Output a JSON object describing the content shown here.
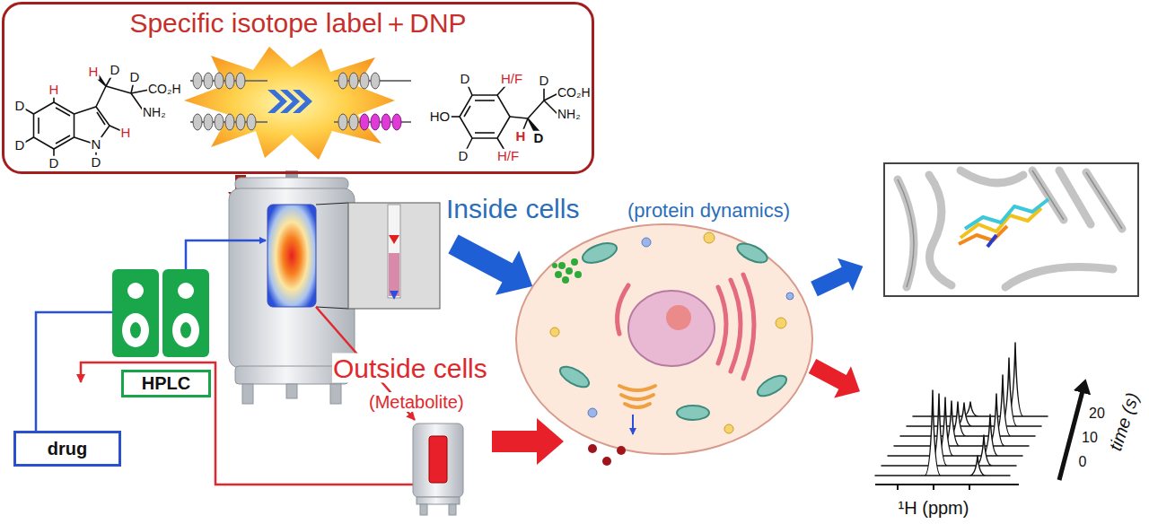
{
  "diagram": {
    "nodes": [
      {
        "text": [
          "Specific isotope label＋DNP"
        ]
      },
      {
        "text": [
          "HPLC"
        ]
      },
      {
        "text": [
          "drug"
        ]
      }
    ],
    "labels": [
      "H",
      "D",
      "D",
      "D",
      "N",
      "D",
      "H",
      "H",
      "D",
      "D",
      "CO₂H",
      "NH₂",
      "D",
      "HO",
      "H/F",
      "D",
      "H/F",
      "H",
      "D",
      "D",
      "CO₂H",
      "NH₂",
      "Inside cells",
      "(protein dynamics)",
      "Outside cells",
      "(Metabolite)",
      "20",
      "10",
      "0",
      "time (s)",
      "¹H (ppm)"
    ]
  }
}
